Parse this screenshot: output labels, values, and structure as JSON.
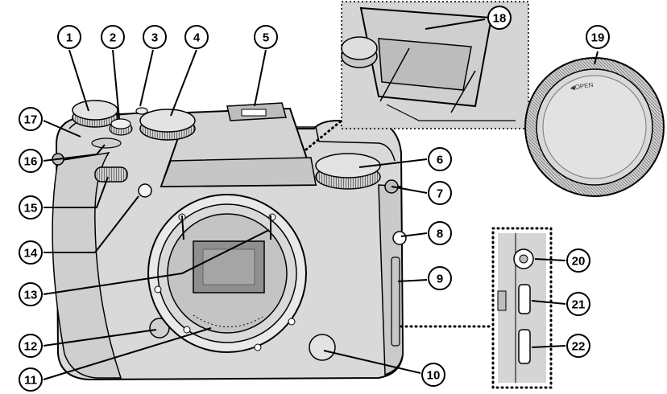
{
  "callouts": [
    {
      "id": 1,
      "label": "1"
    },
    {
      "id": 2,
      "label": "2"
    },
    {
      "id": 3,
      "label": "3"
    },
    {
      "id": 4,
      "label": "4"
    },
    {
      "id": 5,
      "label": "5"
    },
    {
      "id": 6,
      "label": "6"
    },
    {
      "id": 7,
      "label": "7"
    },
    {
      "id": 8,
      "label": "8"
    },
    {
      "id": 9,
      "label": "9"
    },
    {
      "id": 10,
      "label": "10"
    },
    {
      "id": 11,
      "label": "11"
    },
    {
      "id": 12,
      "label": "12"
    },
    {
      "id": 13,
      "label": "13"
    },
    {
      "id": 14,
      "label": "14"
    },
    {
      "id": 15,
      "label": "15"
    },
    {
      "id": 16,
      "label": "16"
    },
    {
      "id": 17,
      "label": "17"
    },
    {
      "id": 18,
      "label": "18"
    },
    {
      "id": 19,
      "label": "19"
    },
    {
      "id": 20,
      "label": "20"
    },
    {
      "id": 21,
      "label": "21"
    },
    {
      "id": 22,
      "label": "22"
    }
  ],
  "body_cap": {
    "text": "◀OPEN"
  },
  "colors": {
    "line": "#000000",
    "body_fill": "#d9d9d9",
    "body_dark": "#bdbdbd",
    "inset_fill": "#cfcfcf",
    "callout_fill": "#ffffff"
  }
}
